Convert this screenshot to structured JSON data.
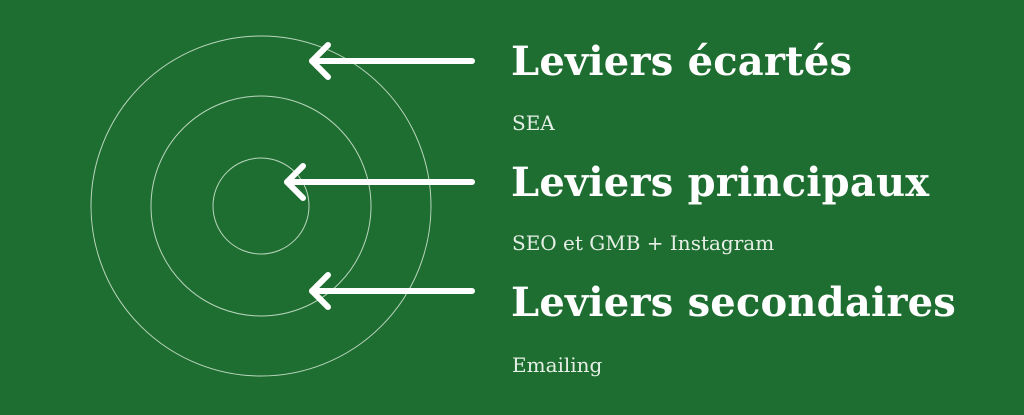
{
  "colors": {
    "background": "#1f6e31",
    "circle_stroke": "#b9d6bd",
    "arrow": "#ffffff",
    "heading_text": "#ffffff",
    "sub_text": "#e6efe6"
  },
  "levers": [
    {
      "title": "Leviers écartés",
      "detail": "SEA"
    },
    {
      "title": "Leviers principaux",
      "detail": "SEO et GMB + Instagram"
    },
    {
      "title": "Leviers secondaires",
      "detail": "Emailing"
    }
  ]
}
